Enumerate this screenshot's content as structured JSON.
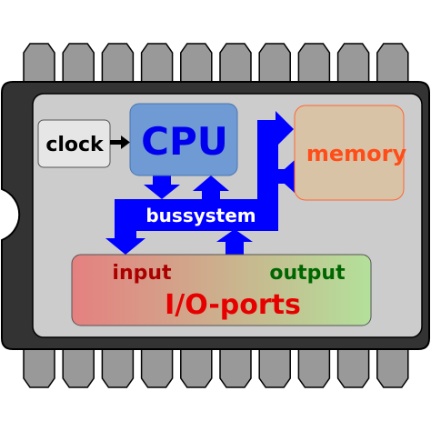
{
  "labels": {
    "clock": "clock",
    "cpu": "CPU",
    "memory": "memory",
    "bus": "bussystem",
    "input": "input",
    "output": "output",
    "io": "I/O-ports"
  },
  "colors": {
    "chip_body": "#333333",
    "chip_outline": "#000000",
    "pin": "#999999",
    "die": "#cccccc",
    "clock_box": "#e6e6e6",
    "cpu_box": "#6f9ad4",
    "cpu_text": "#0000ee",
    "memory_box": "#d9c3a6",
    "memory_border": "#ff6633",
    "memory_text": "#ff4d1a",
    "bus": "#0000ff",
    "bus_text": "#ffffff",
    "io_gradient_left": "#e58080",
    "io_gradient_right": "#b3e09a",
    "input_text": "#aa0000",
    "output_text": "#006600",
    "io_text": "#e60000"
  },
  "pins": {
    "per_side": 10
  }
}
